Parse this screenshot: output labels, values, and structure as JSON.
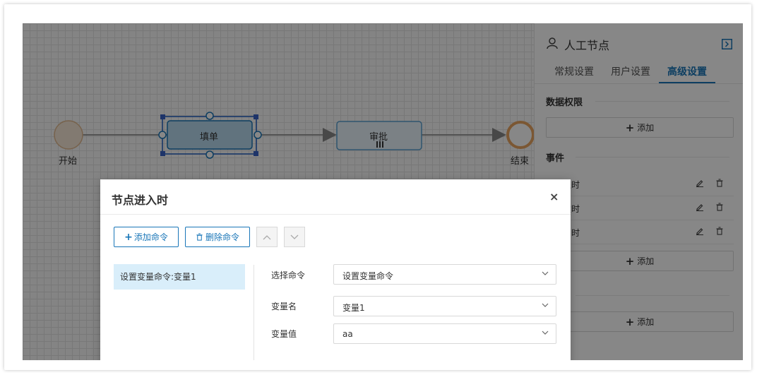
{
  "canvas": {
    "nodes": {
      "start_label": "开始",
      "fill_form_label": "填单",
      "approve_label": "审批",
      "end_label": "结束"
    }
  },
  "panel": {
    "title": "人工节点",
    "icons": {
      "user": "user-icon",
      "collapse": "collapse-panel-icon"
    },
    "tabs": [
      {
        "label": "常规设置",
        "active": false
      },
      {
        "label": "用户设置",
        "active": false
      },
      {
        "label": "高级设置",
        "active": true
      }
    ],
    "sections": {
      "data_permission": {
        "title": "数据权限",
        "add_label": "添加"
      },
      "events": {
        "title": "事件",
        "items": [
          {
            "label": "进入时"
          },
          {
            "label": "创建时"
          },
          {
            "label": "取消时"
          }
        ],
        "add_label": "添加"
      },
      "settings": {
        "title": "设置",
        "add_label": "添加"
      }
    }
  },
  "dialog": {
    "title": "节点进入时",
    "close": "×",
    "toolbar": {
      "add_command": "添加命令",
      "delete_command": "删除命令"
    },
    "commands": [
      {
        "label": "设置变量命令:变量1",
        "selected": true
      }
    ],
    "form": {
      "select_command": {
        "label": "选择命令",
        "value": "设置变量命令"
      },
      "variable_name": {
        "label": "变量名",
        "value": "变量1"
      },
      "variable_value": {
        "label": "变量值",
        "value": "aa"
      }
    }
  },
  "colors": {
    "accent": "#1976b8",
    "selected_row": "#d9eefa",
    "start_node": "#f5e6d6",
    "end_node": "#e8a560",
    "task_node": "#cde6f6"
  }
}
